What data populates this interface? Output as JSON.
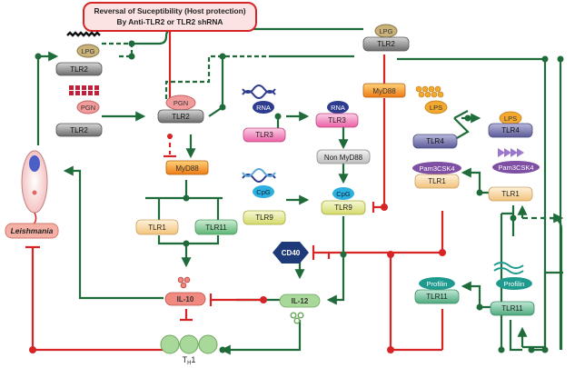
{
  "banner": {
    "line1": "Reversal of Suceptibility (Host protection)",
    "line2": "By Anti-TLR2 or TLR2 shRNA"
  },
  "left_pathway": {
    "lpg_label": "LPG",
    "lpg_receptor": "TLR2",
    "pgn_label": "PGN",
    "pgn_receptor": "TLR2",
    "center_pgn": "PGN",
    "center_tlr2": "TLR2",
    "adaptor": "MyD88",
    "tlr1": "TLR1",
    "tlr11": "TLR11",
    "cytokine": "IL-10",
    "th1_base": "T",
    "th1_sub": "H",
    "th1_suffix": "1"
  },
  "parasite": {
    "label": "Leishmania"
  },
  "middle_pathway": {
    "top_lpg": "LPG",
    "top_tlr2": "TLR2",
    "rna_ligand": "RNA",
    "rna_receptor": "TLR3",
    "rna_bound": "RNA",
    "rna_bound_receptor": "TLR3",
    "non_myd88": "Non MyD88",
    "cpg_ligand": "CpG",
    "cpg_receptor": "TLR9",
    "cpg_bound": "CpG",
    "cpg_bound_receptor": "TLR9",
    "myd88": "MyD88",
    "cd40": "CD40",
    "il12": "IL-12"
  },
  "right_pathway": {
    "lps_ligand": "LPS",
    "lps_bound": "LPS",
    "tlr4_unbound": "TLR4",
    "tlr4_bound": "TLR4",
    "pam_bound": "Pam3CSK4",
    "pam_tlr1": "TLR1",
    "pam_ligand": "Pam3CSK4",
    "tlr1_unbound": "TLR1",
    "profilin_bound": "Profilin",
    "profilin_tlr11": "TLR11",
    "profilin_ligand": "Profilin",
    "tlr11_unbound": "TLR11"
  },
  "colors": {
    "activation": "#1f6b3a",
    "inhibition": "#d72525",
    "tlr2_gray": "#7f7f7f",
    "myd88_orange": "#f28c1e",
    "tlr3_pink": "#ef7ab3",
    "tlr9_yellow": "#dde27a",
    "tlr4_purple": "#6a6aa6",
    "tlr11_green": "#6dbd85",
    "tlr1_peach": "#f5cf93",
    "cd40_navy": "#1e3a78",
    "rna_navy": "#2d3c8e",
    "cpg_cyan": "#2bb0e0",
    "pgn_pink": "#f19b9b",
    "lpg_khaki": "#c8b27a",
    "lps_gold": "#f3a92f",
    "pam_violet": "#7e4fa3",
    "profilin_teal": "#1f9a8e",
    "il10_salmon": "#f08a80",
    "il12_green": "#a8d89a"
  },
  "icons": [
    "lpg-chain-icon",
    "pgn-squares-icon",
    "rna-helix-icon",
    "cpg-helix-icon",
    "lps-hexagons-icon",
    "pam-arrows-icon",
    "profilin-waves-icon",
    "leishmania-parasite-icon",
    "cd40-hexagon-icon"
  ]
}
